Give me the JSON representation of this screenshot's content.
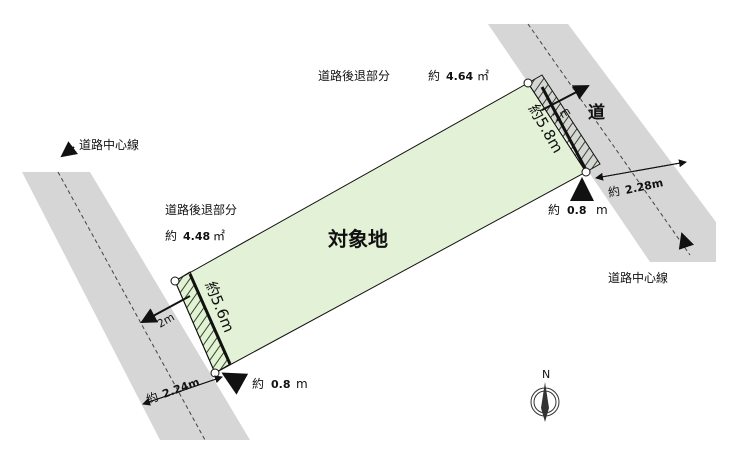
{
  "colors": {
    "road": "#d6d6d6",
    "site": "#e3f1d6",
    "line": "#111111",
    "hatch": "#2d4a1f"
  },
  "site": {
    "label": "対象地"
  },
  "road_right": {
    "label": "道",
    "centerline_label": "道路中心線",
    "setback_label": "道路後退部分",
    "setback_area_prefix": "約",
    "setback_area_value": "4.64",
    "setback_area_unit": "㎡",
    "frontage_label": "約5.8m",
    "setback_depth": "2m",
    "width_prefix": "約",
    "width_value": "2.28m",
    "offset_prefix": "約",
    "offset_value": "0.8",
    "offset_unit": "m"
  },
  "road_left": {
    "centerline_label": "道路中心線",
    "setback_label": "道路後退部分",
    "setback_area_prefix": "約",
    "setback_area_value": "4.48",
    "setback_area_unit": "㎡",
    "frontage_label": "約5.6m",
    "setback_depth": "2m",
    "width_prefix": "約",
    "width_value": "2.24m",
    "offset_prefix": "約",
    "offset_value": "0.8",
    "offset_unit": "m"
  },
  "compass": {
    "label": "N",
    "icon": "north-arrow-icon"
  }
}
